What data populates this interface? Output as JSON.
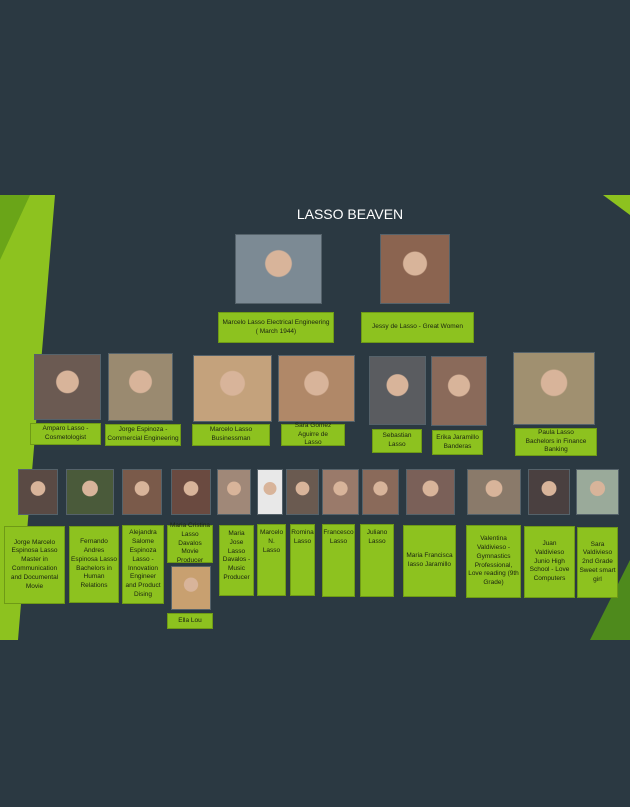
{
  "title": "LASSO BEAVEN",
  "colors": {
    "background": "#2b3942",
    "accent": "#8dc21f"
  },
  "generation1": [
    {
      "label": "Marcelo Lasso Electrical Engineering\n( March 1944)"
    },
    {
      "label": "Jessy de Lasso - Great Women"
    }
  ],
  "generation2": [
    {
      "label": "Amparo Lasso -\nCosmetologist"
    },
    {
      "label": "Jorge Espinoza -\nCommercial Engineering"
    },
    {
      "label": "Marcelo Lasso\nBusinessman"
    },
    {
      "label": "Sara Gomez\nAguirre de\nLasso"
    },
    {
      "label": "Sebastian\nLasso"
    },
    {
      "label": "Erika Jaramillo\nBanderas"
    },
    {
      "label": "Paula Lasso\nBachelors in Finance\nBanking"
    }
  ],
  "generation3": [
    {
      "label": "Jorge Marcelo Espinosa Lasso Master in Communication and Documental Movie"
    },
    {
      "label": "Fernando Andres Espinosa Lasso Bachelors in Human Relations"
    },
    {
      "label": "Alejandra Salome Espinoza Lasso - Innovation Engineer and Product Dising"
    },
    {
      "label": "Maria Cristina Lasso Davalos Movie Producer"
    },
    {
      "label": "Maria Jose Lasso Davalos - Music Producer"
    },
    {
      "label": "Marcelo\nN.\nLasso"
    },
    {
      "label": "Romina Lasso"
    },
    {
      "label": "Francesco\nLasso"
    },
    {
      "label": "Juliano\nLasso"
    },
    {
      "label": "Maria Francisca lasso Jaramillo"
    },
    {
      "label": "Valentina\nValdivieso - Gymnastics Professional, Love reading (9th Grade)"
    },
    {
      "label": "Juan\nValdivieso\nJunio High School - Love Computers"
    },
    {
      "label": "Sara Valdivieso 2nd Grade Sweet smart girl"
    }
  ],
  "generation4": [
    {
      "label": "Ella Lou"
    }
  ]
}
